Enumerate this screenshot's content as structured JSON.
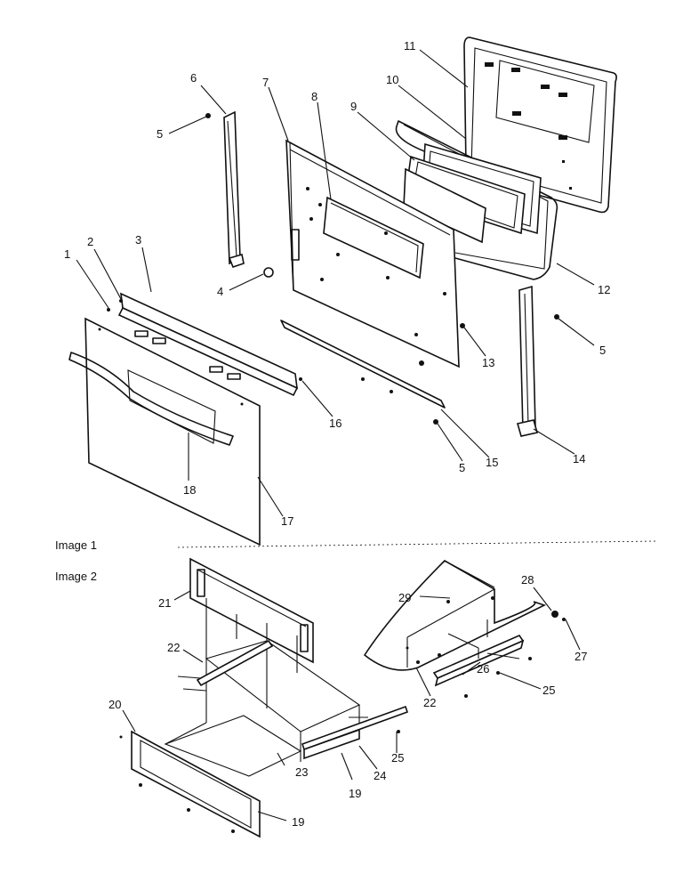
{
  "captions": {
    "image1": "Image 1",
    "image2": "Image 2"
  },
  "callouts": {
    "c1": "1",
    "c2": "2",
    "c3": "3",
    "c4": "4",
    "c5a": "5",
    "c5b": "5",
    "c5c": "5",
    "c6": "6",
    "c7": "7",
    "c8": "8",
    "c9": "9",
    "c10": "10",
    "c11": "11",
    "c12": "12",
    "c13": "13",
    "c14": "14",
    "c15": "15",
    "c16": "16",
    "c17": "17",
    "c18": "18",
    "c19a": "19",
    "c19b": "19",
    "c20": "20",
    "c21": "21",
    "c22a": "22",
    "c22b": "22",
    "c23": "23",
    "c24": "24",
    "c25a": "25",
    "c25b": "25",
    "c26": "26",
    "c27": "27",
    "c28": "28",
    "c29": "29"
  }
}
